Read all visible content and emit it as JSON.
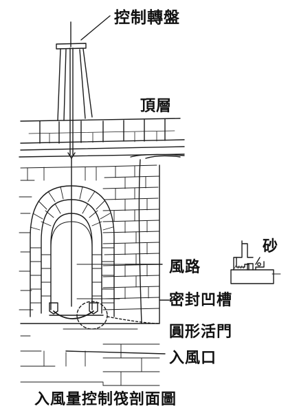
{
  "labels": {
    "turntable": "控制轉盤",
    "top_floor": "頂層",
    "air_passage": "風路",
    "sealing_groove": "密封凹槽",
    "circular_valve": "圓形活門",
    "air_inlet": "入風口",
    "sand": "砂",
    "caption": "入風量控制筏剖面圖"
  },
  "colors": {
    "ink": "#1a1a1a",
    "paper": "#ffffff"
  }
}
